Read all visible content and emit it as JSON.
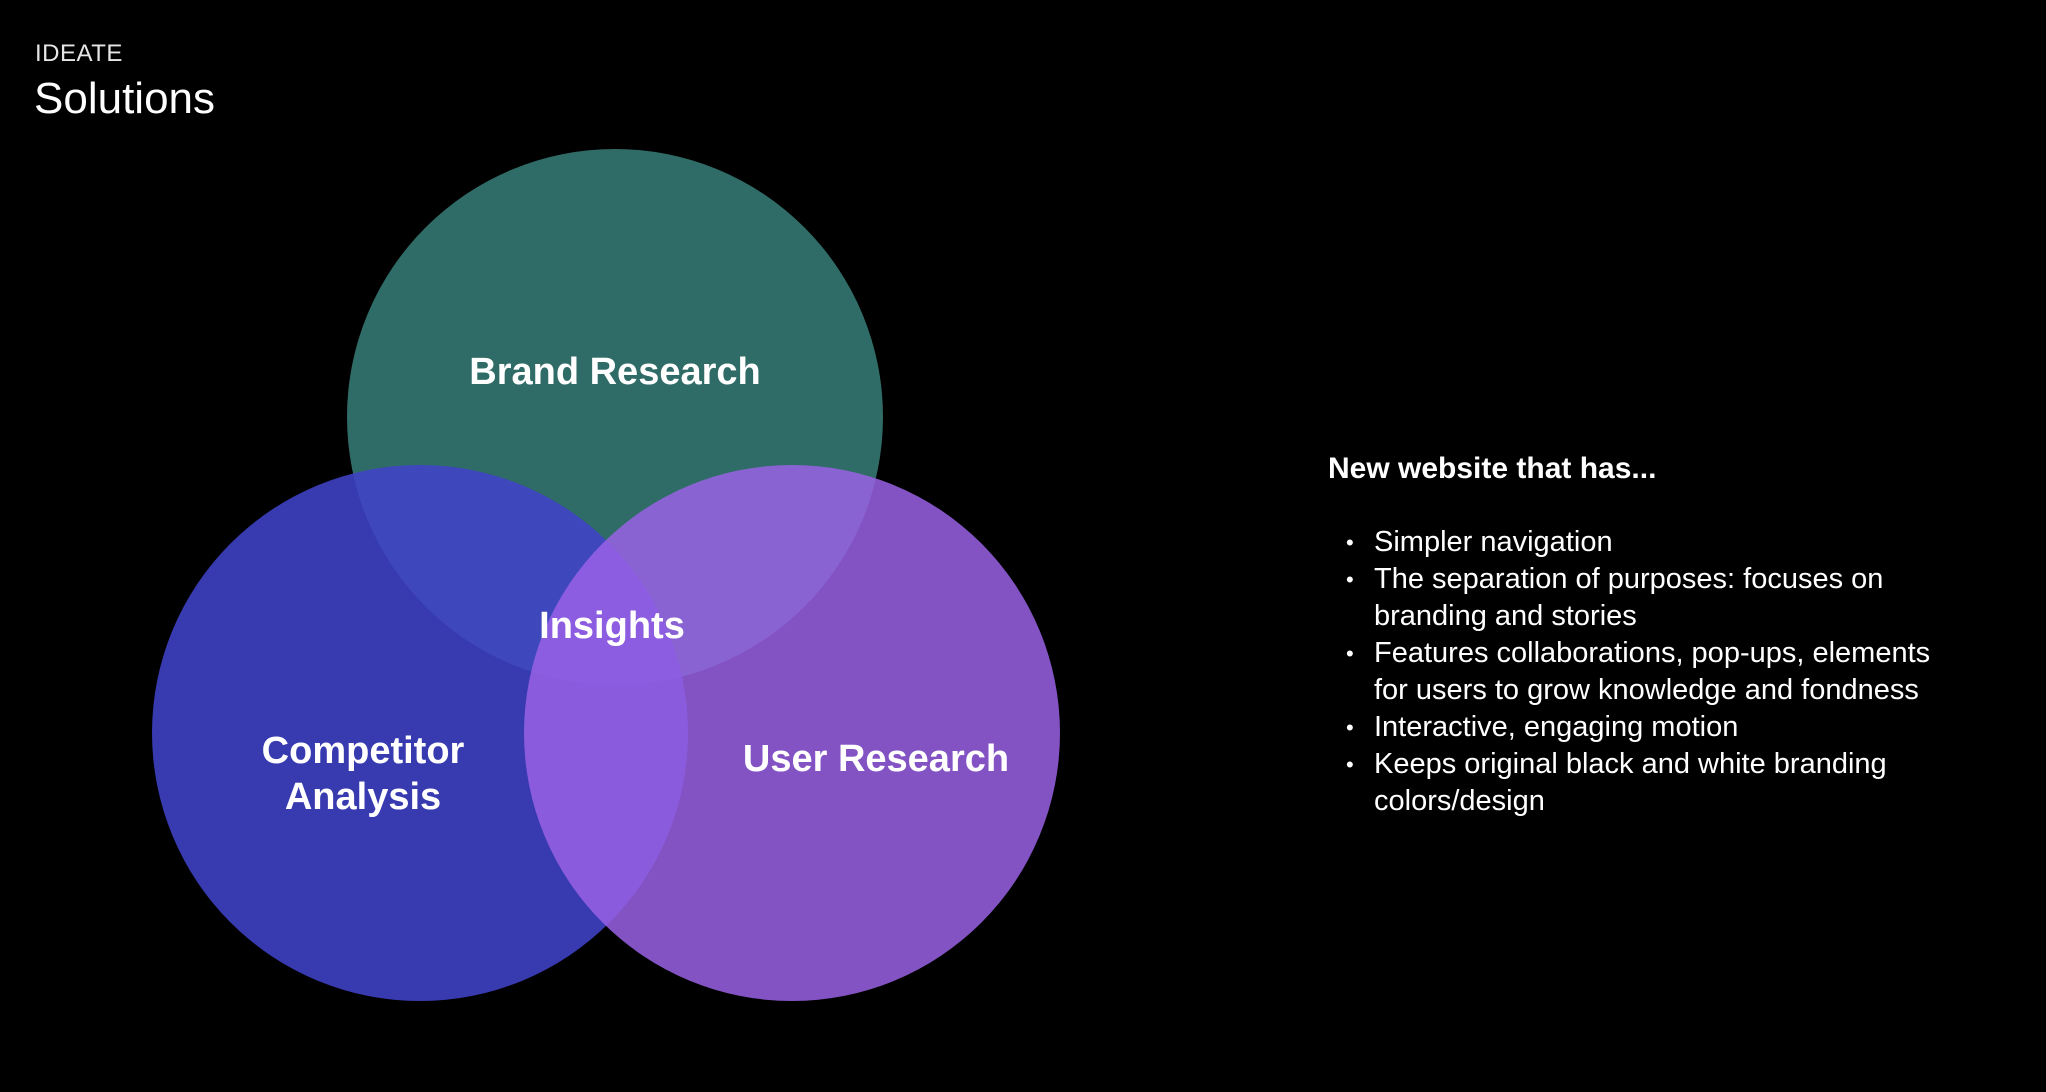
{
  "header": {
    "eyebrow": "IDEATE",
    "title": "Solutions"
  },
  "venn": {
    "circles": [
      {
        "label": "Brand Research",
        "color": "#3d8a84",
        "opacity": 0.78
      },
      {
        "label_line1": "Competitor",
        "label_line2": "Analysis",
        "color": "#4042c8",
        "opacity": 0.88
      },
      {
        "label": "User Research",
        "color": "#9a62e6",
        "opacity": 0.85
      }
    ],
    "center_label": "Insights"
  },
  "side_panel": {
    "heading": "New website that has...",
    "bullet_symbol": "•",
    "bullets": [
      {
        "line1": "Simpler navigation",
        "line2": ""
      },
      {
        "line1": "The separation of purposes: focuses on",
        "line2": "branding and stories"
      },
      {
        "line1": "Features collaborations, pop-ups, elements",
        "line2": "for users to grow knowledge and fondness"
      },
      {
        "line1": "Interactive, engaging motion",
        "line2": ""
      },
      {
        "line1": "Keeps original black and white branding",
        "line2": "colors/design"
      }
    ]
  }
}
